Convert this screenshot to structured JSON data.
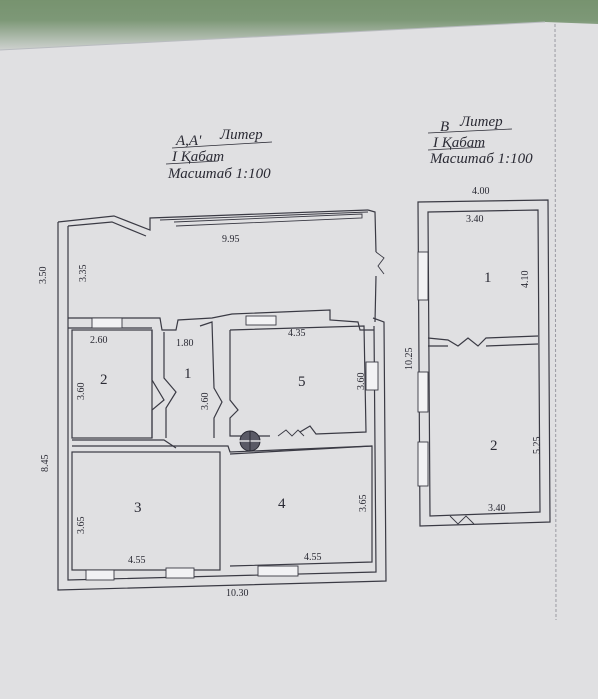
{
  "plan_a": {
    "title": {
      "letter": "А,А'",
      "liter": "Литер",
      "floor": "I Қабат",
      "scale": "Масштаб 1:100"
    },
    "dims": {
      "top_width": "9.95",
      "bottom_width": "10.30",
      "left_height": "8.45",
      "top_section_height": "3.50",
      "porch_height": "3.35",
      "room2_width": "2.60",
      "room2_height": "3.60",
      "room1_width": "1.80",
      "room1_height": "3.60",
      "room5_width": "4.35",
      "room5_height": "3.60",
      "room3_height": "3.65",
      "room3_width": "4.55",
      "room4_width": "4.55",
      "room4_height": "3.65"
    },
    "rooms": {
      "r1": "1",
      "r2": "2",
      "r3": "3",
      "r4": "4",
      "r5": "5"
    }
  },
  "plan_b": {
    "title": {
      "letter": "В",
      "liter": "Литер",
      "floor": "I Қабат",
      "scale": "Масштаб 1:100"
    },
    "dims": {
      "outer_width": "4.00",
      "room1_width": "3.40",
      "room1_height": "4.10",
      "total_height": "10.25",
      "room2_height": "5.25",
      "room2_width": "3.40"
    },
    "rooms": {
      "r1": "1",
      "r2": "2"
    }
  },
  "colors": {
    "background": "#7f9a7c",
    "paper": "#e0e0e2",
    "ink": "#2a2a34"
  }
}
